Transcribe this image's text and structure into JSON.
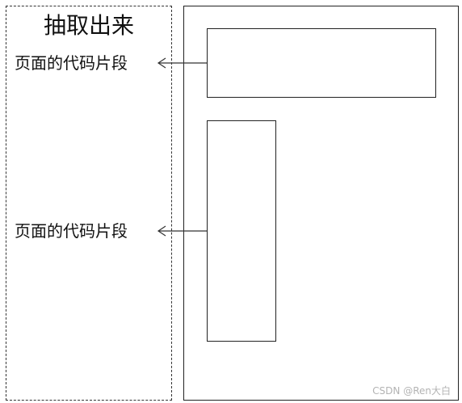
{
  "diagram": {
    "title": "抽取出来",
    "labels": [
      {
        "text": "页面的代码片段"
      },
      {
        "text": "页面的代码片段"
      }
    ],
    "watermark": "CSDN @Ren大白"
  },
  "colors": {
    "stroke": "#222222",
    "arrow": "#333333",
    "watermark": "#b3b3b3"
  }
}
